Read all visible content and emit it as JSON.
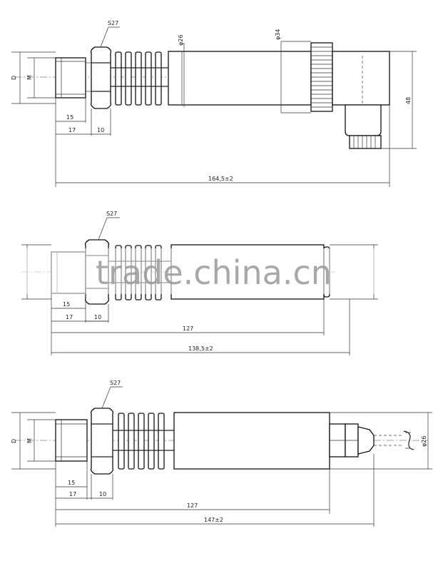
{
  "views": [
    {
      "id": "top",
      "labels": {
        "hex": "S27",
        "dia_body": "φ26",
        "dia_connector": "φ34",
        "side_d": "D",
        "side_m": "M",
        "height": "48",
        "thread_len": "15",
        "hex_pos": "17",
        "hex_width": "10",
        "total": "164,5±2"
      }
    },
    {
      "id": "middle",
      "labels": {
        "hex": "S27",
        "thread_len": "15",
        "hex_pos": "17",
        "hex_width": "10",
        "body_len": "127",
        "total": "138,5±2"
      }
    },
    {
      "id": "bottom",
      "labels": {
        "hex": "S27",
        "side_d": "D",
        "side_m": "M",
        "dia_body": "φ26",
        "thread_len": "15",
        "hex_pos": "17",
        "hex_width": "10",
        "body_len": "127",
        "total": "147±2"
      }
    }
  ],
  "watermark": "trade.china.cn"
}
